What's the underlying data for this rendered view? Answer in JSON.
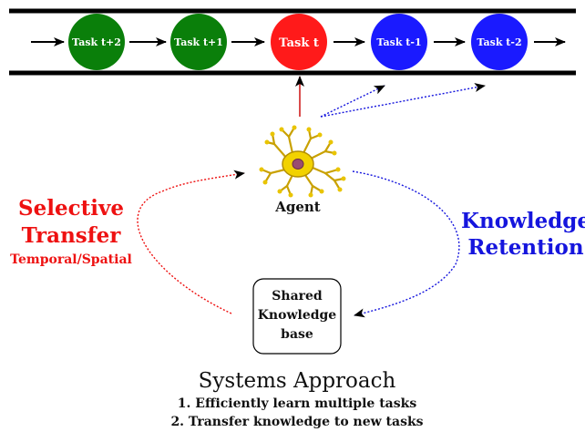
{
  "colors": {
    "future_task": "#0a7f0a",
    "current_task": "#ff1a1a",
    "past_task": "#1a1aff",
    "selective_transfer": "#ee1111",
    "knowledge_retention": "#1515dd",
    "track": "#000000"
  },
  "tasks": [
    {
      "label": "Task t+2",
      "status": "future"
    },
    {
      "label": "Task t+1",
      "status": "future"
    },
    {
      "label": "Task t",
      "status": "current"
    },
    {
      "label": "Task t-1",
      "status": "past"
    },
    {
      "label": "Task t-2",
      "status": "past"
    }
  ],
  "agent": {
    "label": "Agent",
    "icon": "neuron-icon"
  },
  "knowledge_base": {
    "lines": [
      "Shared",
      "Knowledge",
      "base"
    ]
  },
  "selective_transfer": {
    "line1": "Selective",
    "line2": "Transfer",
    "subtitle": "Temporal/Spatial"
  },
  "knowledge_retention": {
    "line1": "Knowledge",
    "line2": "Retention"
  },
  "systems_approach": {
    "title": "Systems Approach",
    "items": [
      "1. Efficiently learn multiple tasks",
      "2. Transfer knowledge to new tasks"
    ]
  }
}
